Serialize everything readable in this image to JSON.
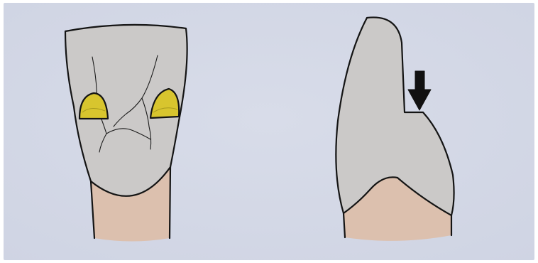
{
  "figures": [
    {
      "view": "palatal",
      "name": "tooth-front-view"
    },
    {
      "view": "proximal",
      "name": "tooth-side-view"
    }
  ],
  "colors": {
    "slide_background": "#d3d8e6",
    "crown": "#cbc9c8",
    "gingiva": "#dcc0ae",
    "rest_seat": "#d8c52e",
    "outline": "#141414",
    "arrow": "#111111"
  },
  "icons": {
    "arrow": "arrow-down-icon"
  }
}
